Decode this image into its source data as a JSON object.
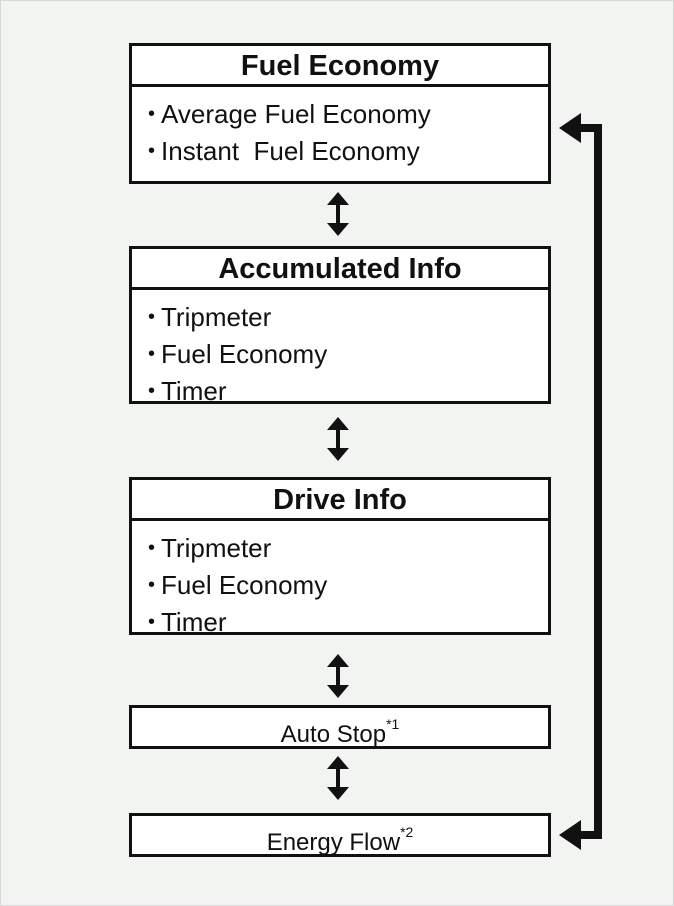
{
  "fuel_economy": {
    "title": "Fuel Economy",
    "items": [
      "Average Fuel Economy",
      "Instant  Fuel Economy"
    ]
  },
  "accumulated_info": {
    "title": "Accumulated Info",
    "items": [
      "Tripmeter",
      "Fuel Economy",
      "Timer"
    ]
  },
  "drive_info": {
    "title": "Drive Info",
    "items": [
      "Tripmeter",
      "Fuel Economy",
      "Timer"
    ]
  },
  "auto_stop": {
    "label": "Auto Stop",
    "note": "*1"
  },
  "energy_flow": {
    "label": "Energy Flow",
    "note": "*2"
  },
  "bullet": "•",
  "colors": {
    "line": "#111111",
    "background": "#f2f4f2",
    "box": "#ffffff"
  }
}
